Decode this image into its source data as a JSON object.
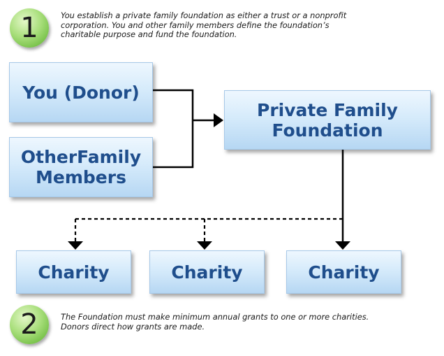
{
  "steps": [
    {
      "number": "1",
      "lines": [
        "You establish a private family foundation as either a trust or a nonprofit",
        "corporation. You and other family members define the foundation’s",
        "charitable purpose and fund the foundation."
      ]
    },
    {
      "number": "2",
      "lines": [
        "The Foundation must make minimum annual grants to one or more charities.",
        "Donors direct how grants are made."
      ]
    }
  ],
  "nodes": {
    "donor": {
      "lines": [
        "You (Donor)"
      ]
    },
    "other_family": {
      "lines": [
        "OtherFamily",
        "Members"
      ]
    },
    "foundation": {
      "lines": [
        "Private Family",
        "Foundation"
      ]
    },
    "charities": [
      {
        "label": "Charity"
      },
      {
        "label": "Charity"
      },
      {
        "label": "Charity"
      }
    ]
  },
  "colors": {
    "box_text": "#1f4e8c",
    "box_fill_top": "#eef7fe",
    "box_fill_bottom": "#b6d7f3",
    "step_circle": "#8fd15f",
    "connector": "#000000"
  }
}
